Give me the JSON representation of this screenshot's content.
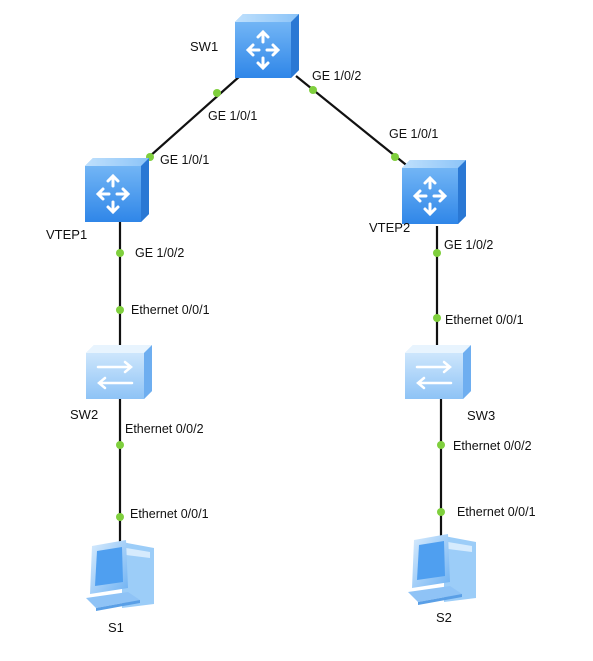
{
  "colors": {
    "device": "#4a9df2",
    "device_light": "#cde3fb",
    "port_dot": "#7fcf3d",
    "link": "#111111",
    "pc": "#5aa9f2"
  },
  "nodes": {
    "sw1": {
      "label": "SW1",
      "icon": "router-icon"
    },
    "vtep1": {
      "label": "VTEP1",
      "icon": "router-icon"
    },
    "vtep2": {
      "label": "VTEP2",
      "icon": "router-icon"
    },
    "sw2": {
      "label": "SW2",
      "icon": "switch-icon"
    },
    "sw3": {
      "label": "SW3",
      "icon": "switch-icon"
    },
    "s1": {
      "label": "S1",
      "icon": "pc-icon"
    },
    "s2": {
      "label": "S2",
      "icon": "pc-icon"
    }
  },
  "links": [
    {
      "id": "sw1-vtep1",
      "a_port": "GE 1/0/1",
      "b_port": "GE 1/0/1"
    },
    {
      "id": "sw1-vtep2",
      "a_port": "GE 1/0/2",
      "b_port": "GE 1/0/1"
    },
    {
      "id": "vtep1-sw2",
      "a_port": "GE 1/0/2",
      "b_port": "Ethernet 0/0/1"
    },
    {
      "id": "vtep2-sw3",
      "a_port": "GE 1/0/2",
      "b_port": "Ethernet 0/0/1"
    },
    {
      "id": "sw2-s1",
      "a_port": "Ethernet 0/0/2",
      "b_port": "Ethernet 0/0/1"
    },
    {
      "id": "sw3-s2",
      "a_port": "Ethernet 0/0/2",
      "b_port": "Ethernet 0/0/1"
    }
  ]
}
